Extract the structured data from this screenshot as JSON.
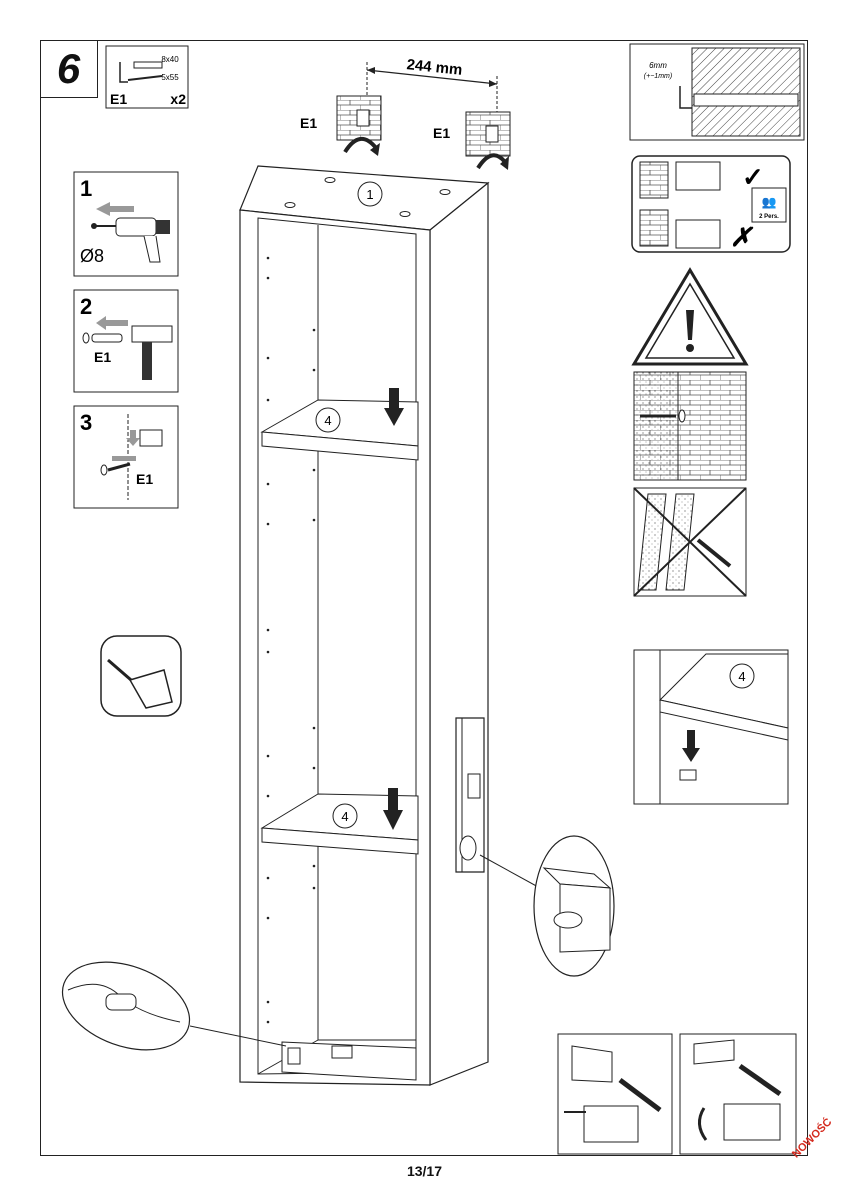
{
  "step": {
    "number": "6"
  },
  "hardware": {
    "screw_a": "8x40",
    "screw_b": "5x55",
    "code": "E1",
    "qty": "x2"
  },
  "dimension": {
    "label": "244 mm"
  },
  "bracket_labels": {
    "left": "E1",
    "right": "E1"
  },
  "steps": [
    {
      "num": "1",
      "text": "Ø8"
    },
    {
      "num": "2",
      "text": "E1"
    },
    {
      "num": "3",
      "text": "E1"
    }
  ],
  "panels": {
    "top": "1",
    "shelf_upper": "4",
    "shelf_lower": "4",
    "detail_shelf": "4"
  },
  "wall_note": {
    "gap": "6mm",
    "tol": "(+−1mm)"
  },
  "persons": {
    "label": "2 Pers."
  },
  "footer": {
    "page": "13/17",
    "badge": "NOWOŚĆ"
  },
  "colors": {
    "line": "#111111",
    "red": "#d42a1e",
    "gray": "#8a8a8a"
  }
}
